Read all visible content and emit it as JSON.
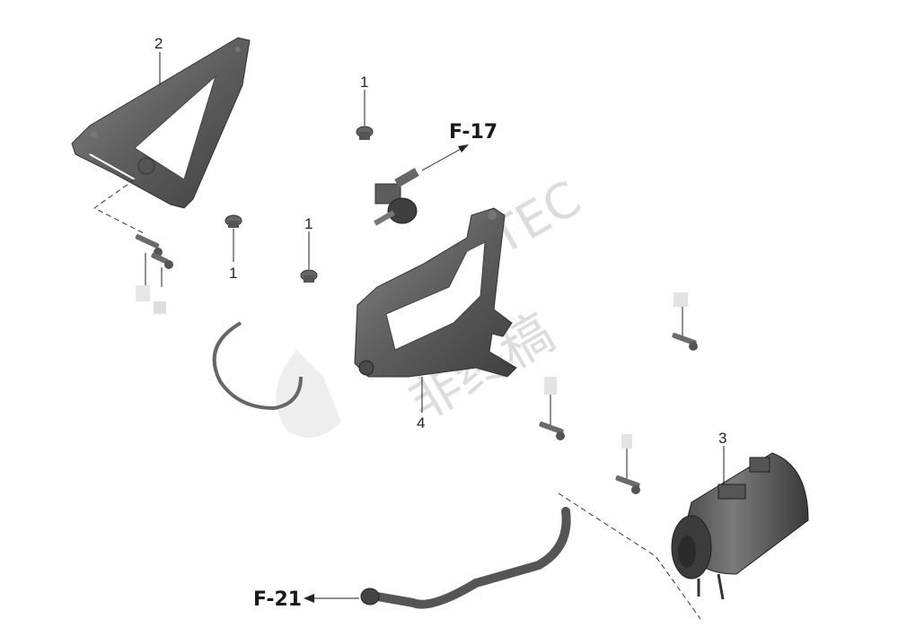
{
  "diagram": {
    "callouts": {
      "bracket_triangle": "2",
      "clip_top": "1",
      "clip_left": "1",
      "clip_mid": "1",
      "bracket_main": "4",
      "canister": "3"
    },
    "refs": {
      "solenoid": "F-17",
      "hose": "F-21"
    },
    "watermark": {
      "line1": "TEC",
      "line2": "非终稿"
    }
  }
}
